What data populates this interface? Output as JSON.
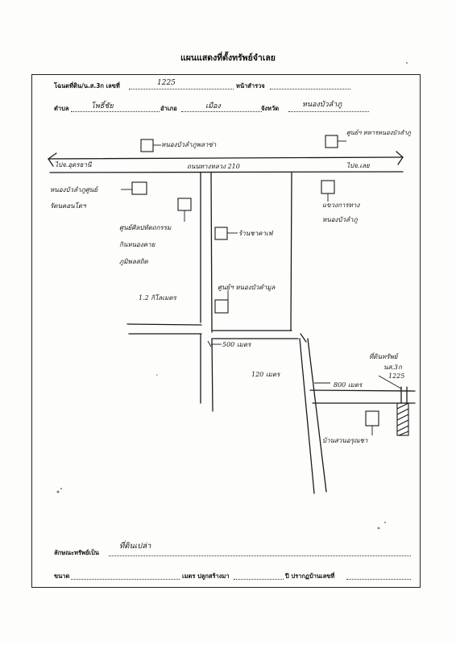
{
  "title": "แผนแสดงที่ตั้งทรัพย์จำเลย",
  "form": {
    "deed_label": "โฉนดที่ดิน/น.ส.3ก เลขที่",
    "deed_value": "1225",
    "page_label": "หน้าสำรวจ",
    "subdistrict_label": "ตำบล",
    "subdistrict_value": "โพธิ์ชัย",
    "district_label": "อำเภอ",
    "district_value": "เมือง",
    "province_label": "จังหวัด",
    "province_value": "หนองบัวลำภู",
    "property_label": "ลักษณะทรัพย์เป็น",
    "property_value": "ที่ดินเปล่า",
    "size_label": "ขนาด",
    "meters_label": "เมตร ปลูกสร้างมา",
    "year_label": "ปี ปรากฏบ้านเลขที่"
  },
  "map_labels": {
    "top_store": "หนองบัวลำภูพลาซ่า",
    "top_right_store": "ศูนย์ฯ ทหารหนองบัวลำภู",
    "left_place": "ไปจ.อุดรธานี",
    "road_name": "ถนนทางหลวง 210",
    "right_place": "ไปจ.เลย",
    "left_hospital": "หนองบัวลำภูศูนย์",
    "left_hospital_2": "รัตนคอนโดฯ",
    "right_office": "แขวงการทาง",
    "right_office_2": "หนองบัวลำภู",
    "center_building_1": "ศูนย์ศิลปหัตถกรรม",
    "center_building_2": "กินหนองคาย",
    "center_building_3": "ภูมิพลสถิต",
    "cafe": "ร้านชาคาเฟ่",
    "distance_1": "1.2 กิโลเมตร",
    "temple": "ศูนย์ฯ หนองบัวคำมูล",
    "distance_2": "500 เมตร",
    "distance_3": "120 เมตร",
    "target_label": "ที่ดินทรัพย์",
    "target_deed": "นส.3ก",
    "target_number": "1225",
    "distance_4": "800 เมตร",
    "bottom_shop": "บ้านสวนอรุณชา"
  }
}
